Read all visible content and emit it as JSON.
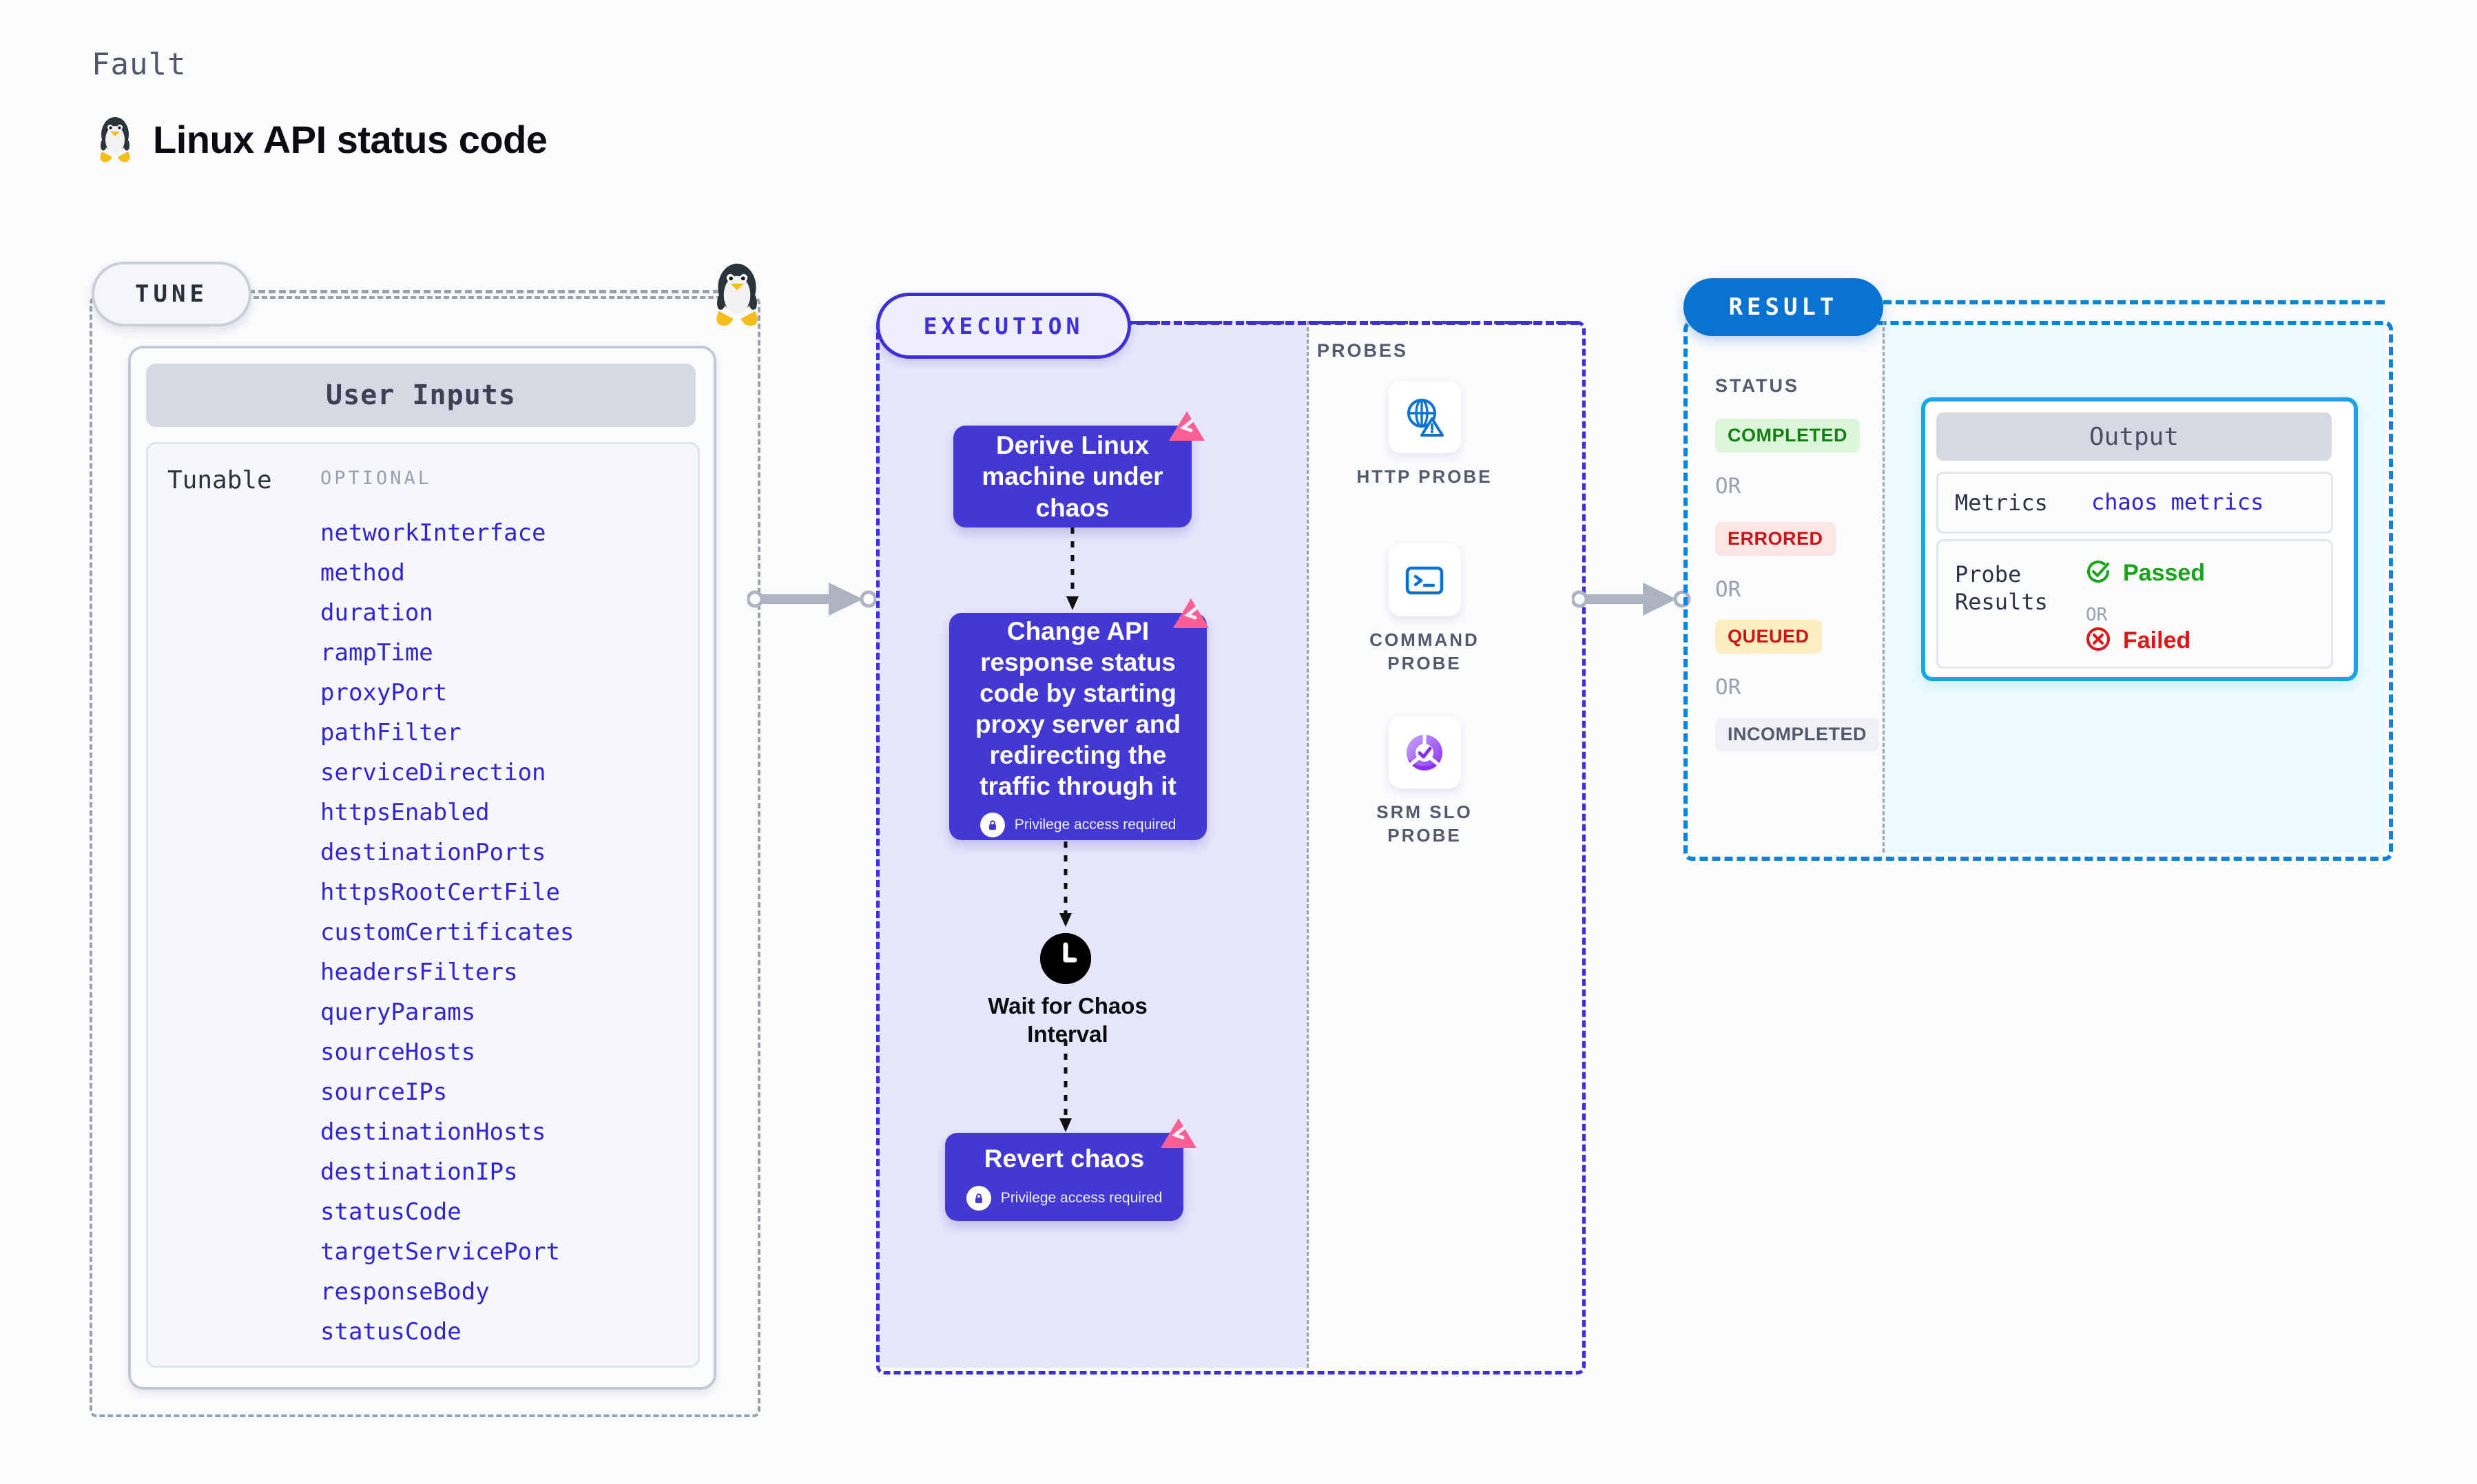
{
  "header": {
    "eyebrow": "Fault",
    "title": "Linux API status code",
    "os_icon": "linux-penguin-icon"
  },
  "tune": {
    "pill_label": "TUNE",
    "os_icon": "linux-penguin-icon",
    "card_title": "User Inputs",
    "group_label": "Tunable",
    "optional_label": "OPTIONAL",
    "tunables": [
      "networkInterface",
      "method",
      "duration",
      "rampTime",
      "proxyPort",
      "pathFilter",
      "serviceDirection",
      "httpsEnabled",
      "destinationPorts",
      "httpsRootCertFile",
      "customCertificates",
      "headersFilters",
      "queryParams",
      "sourceHosts",
      "sourceIPs",
      "destinationHosts",
      "destinationIPs",
      "statusCode",
      "targetServicePort",
      "responseBody",
      "statusCode"
    ]
  },
  "execution": {
    "pill_label": "EXECUTION",
    "steps": [
      {
        "id": "derive",
        "text": "Derive Linux machine under chaos",
        "privilege": null,
        "badge": "litmus-badge-icon"
      },
      {
        "id": "change",
        "text": "Change API response status code by starting proxy server and redirecting the traffic through it",
        "privilege": "Privilege access required",
        "badge": "litmus-badge-icon"
      },
      {
        "id": "revert",
        "text": "Revert chaos",
        "privilege": "Privilege access required",
        "badge": "litmus-badge-icon"
      }
    ],
    "wait": {
      "icon": "clock-icon",
      "label": "Wait for Chaos Interval"
    },
    "probes_label": "PROBES",
    "probes": [
      {
        "name": "HTTP PROBE",
        "icon": "globe-warning-icon"
      },
      {
        "name": "COMMAND PROBE",
        "icon": "terminal-icon"
      },
      {
        "name": "SRM SLO PROBE",
        "icon": "slo-donut-check-icon"
      }
    ]
  },
  "result": {
    "pill_label": "RESULT",
    "status_label": "STATUS",
    "statuses": [
      {
        "label": "COMPLETED",
        "bg": "#dcf6dc",
        "fg": "#138013"
      },
      {
        "label": "ERRORED",
        "bg": "#fbe5e5",
        "fg": "#cc1414"
      },
      {
        "label": "QUEUED",
        "bg": "#fdeec0",
        "fg": "#cc1414"
      },
      {
        "label": "INCOMPLETED",
        "bg": "#eff1f6",
        "fg": "#55596b"
      }
    ],
    "or_label": "OR",
    "output": {
      "title": "Output",
      "metrics_key": "Metrics",
      "metrics_value": "chaos metrics",
      "probe_key": "Probe Results",
      "passed_label": "Passed",
      "failed_label": "Failed",
      "or_label": "OR",
      "passed_icon": "check-circle-icon",
      "failed_icon": "x-circle-icon"
    }
  },
  "connectors": [
    {
      "id": "tune-to-execution",
      "icon": "arrow-right-icon"
    },
    {
      "id": "execution-to-result",
      "icon": "arrow-right-icon"
    }
  ],
  "colors": {
    "purple": "#4338d4",
    "blue": "#0a72d1",
    "cyan": "#16a6e0",
    "pink": "#fc5f94",
    "code_blue": "#3224d6",
    "gray": "#9aa0ad"
  }
}
